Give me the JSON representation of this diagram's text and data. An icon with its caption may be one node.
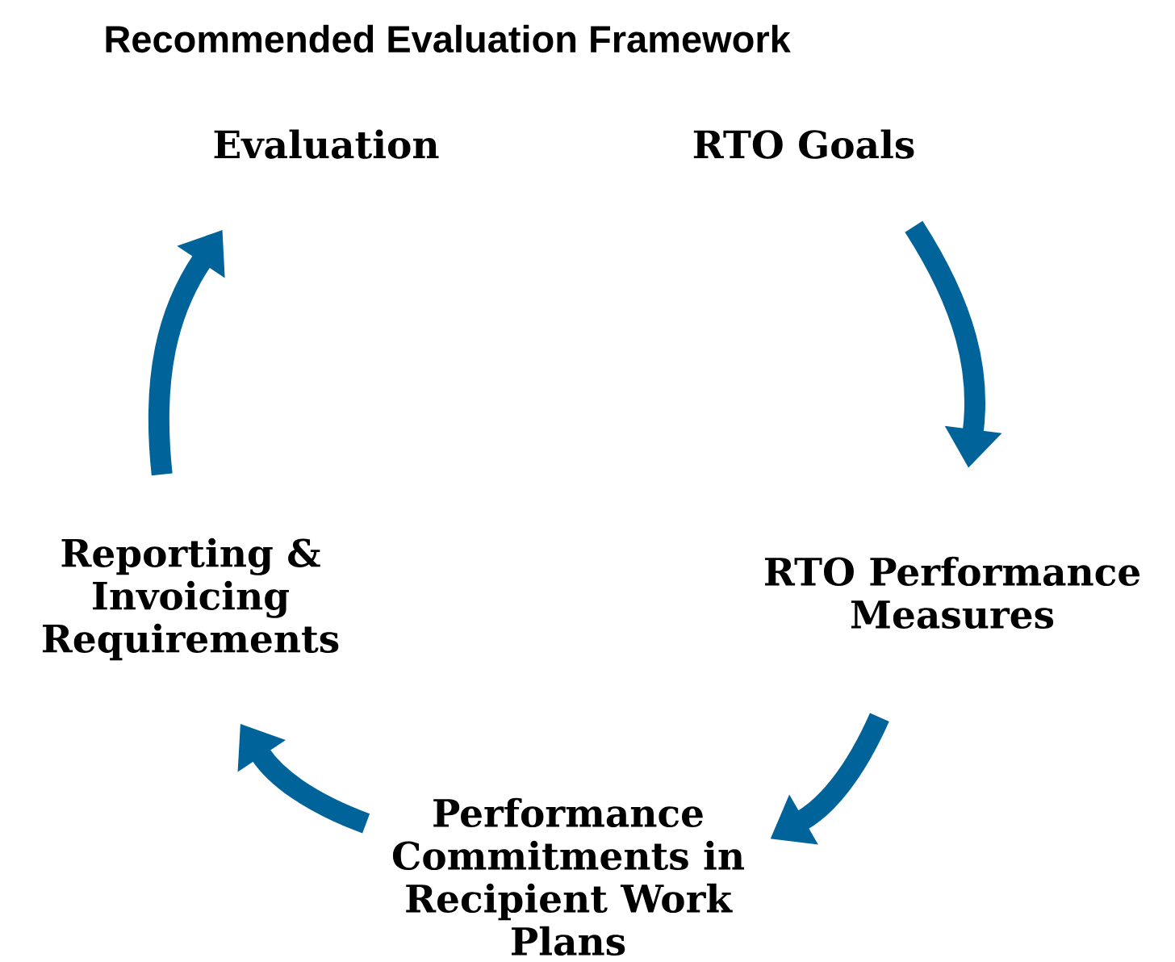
{
  "diagram": {
    "title": "Recommended Evaluation Framework",
    "nodes": [
      {
        "text": [
          "Evaluation"
        ]
      },
      {
        "text": [
          "RTO Goals"
        ]
      },
      {
        "text": [
          "RTO Performance Measures"
        ]
      },
      {
        "text": [
          "Performance Commitments in Recipient Work Plans"
        ]
      },
      {
        "text": [
          "Reporting & Invoicing Requirements"
        ]
      }
    ],
    "edges": [
      {
        "from": 1,
        "to": 2,
        "arrow": "to"
      },
      {
        "from": 2,
        "to": 3,
        "arrow": "to"
      },
      {
        "from": 3,
        "to": 4,
        "arrow": "to"
      },
      {
        "from": 4,
        "to": 0,
        "arrow": "to"
      }
    ]
  }
}
